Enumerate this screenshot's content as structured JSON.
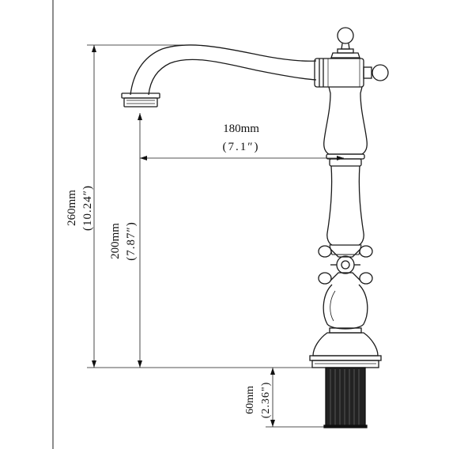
{
  "dimensions": {
    "spout_reach": {
      "metric": "180mm",
      "imperial": "(7.1″)"
    },
    "total_height": {
      "metric": "260mm",
      "imperial": "(10.24″)"
    },
    "spout_height": {
      "metric": "200mm",
      "imperial": "(7.87″)"
    },
    "shank_length": {
      "metric": "60mm",
      "imperial": "(2.36\")"
    }
  }
}
